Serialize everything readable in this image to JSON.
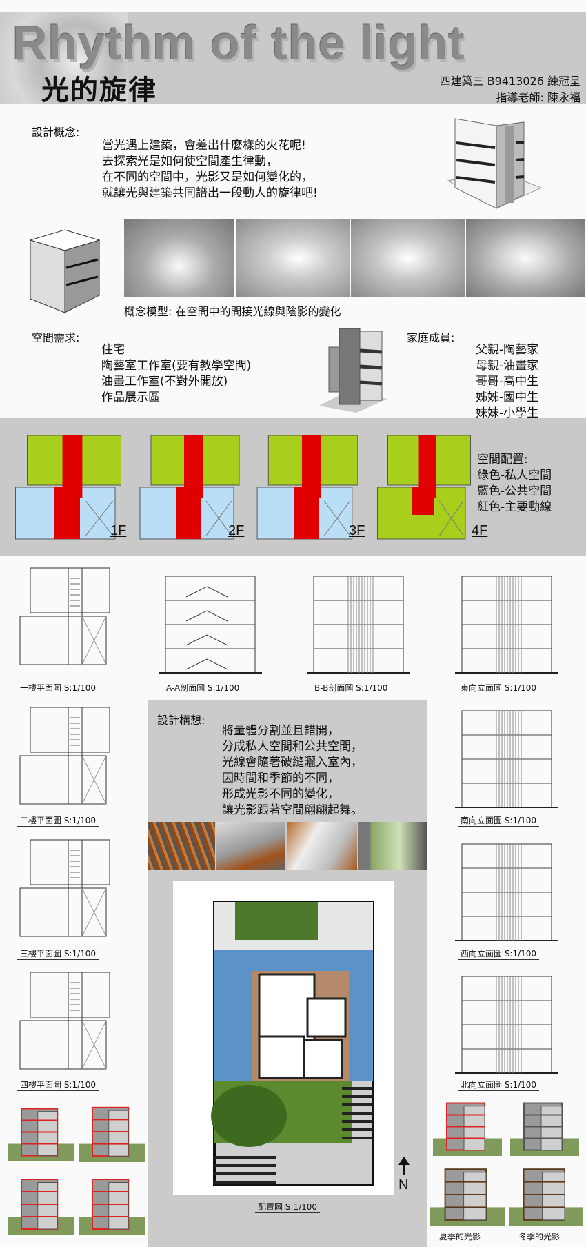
{
  "header": {
    "title_en": "Rhythm of the light",
    "title_zh": "光的旋律",
    "student": "四建築三 B9413026 練冠呈",
    "advisor": "指導老師: 陳永福"
  },
  "concept": {
    "label": "設計概念:",
    "lines": [
      "當光遇上建築，會差出什麼樣的火花呢!",
      "去探索光是如何使空間產生律動，",
      "在不同的空間中，光影又是如何變化的，",
      "就讓光與建築共同譜出一段動人的旋律吧!"
    ]
  },
  "model_caption": "概念模型: 在空間中的間接光線與陰影的變化",
  "requirements": {
    "label": "空間需求:",
    "items": [
      "住宅",
      "陶藝室工作室(要有教學空間)",
      "油畫工作室(不對外開放)",
      "作品展示區"
    ]
  },
  "family": {
    "label": "家庭成員:",
    "members": [
      "父親-陶藝家",
      "母親-油畫家",
      "哥哥-高中生",
      "姊姊-國中生",
      "妹妹-小學生"
    ]
  },
  "floor_plans": {
    "floors": [
      "1F",
      "2F",
      "3F",
      "4F"
    ],
    "legend_label": "空間配置:",
    "legend_items": [
      "綠色-私人空間",
      "藍色-公共空間",
      "紅色-主要動線"
    ],
    "colors": {
      "private": "#a8cf1c",
      "public": "#b9def6",
      "circulation": "#e10000"
    }
  },
  "drawings": {
    "plan_1f": "一樓平面圖 S:1/100",
    "section_aa": "A-A剖面圖 S:1/100",
    "section_bb": "B-B剖面圖 S:1/100",
    "elev_east": "東向立面圖 S:1/100",
    "plan_2f": "二樓平面圖 S:1/100",
    "elev_south": "南向立面圖 S:1/100",
    "plan_3f": "三樓平面圖 S:1/100",
    "elev_west": "西向立面圖 S:1/100",
    "plan_4f": "四樓平面圖 S:1/100",
    "elev_north": "北向立面圖 S:1/100"
  },
  "design_idea": {
    "label": "設計構想:",
    "lines": [
      "將量體分割並且錯開，",
      "分成私人空間和公共空間，",
      "光線會隨著破縫灑入室內，",
      "因時間和季節的不同，",
      "形成光影不同的變化，",
      "讓光影跟著空間翩翩起舞。"
    ]
  },
  "site_plan": {
    "caption": "配置圖 S:1/100",
    "north": "N"
  },
  "shadows": {
    "summer": "夏季的光影",
    "winter": "冬季的光影"
  }
}
